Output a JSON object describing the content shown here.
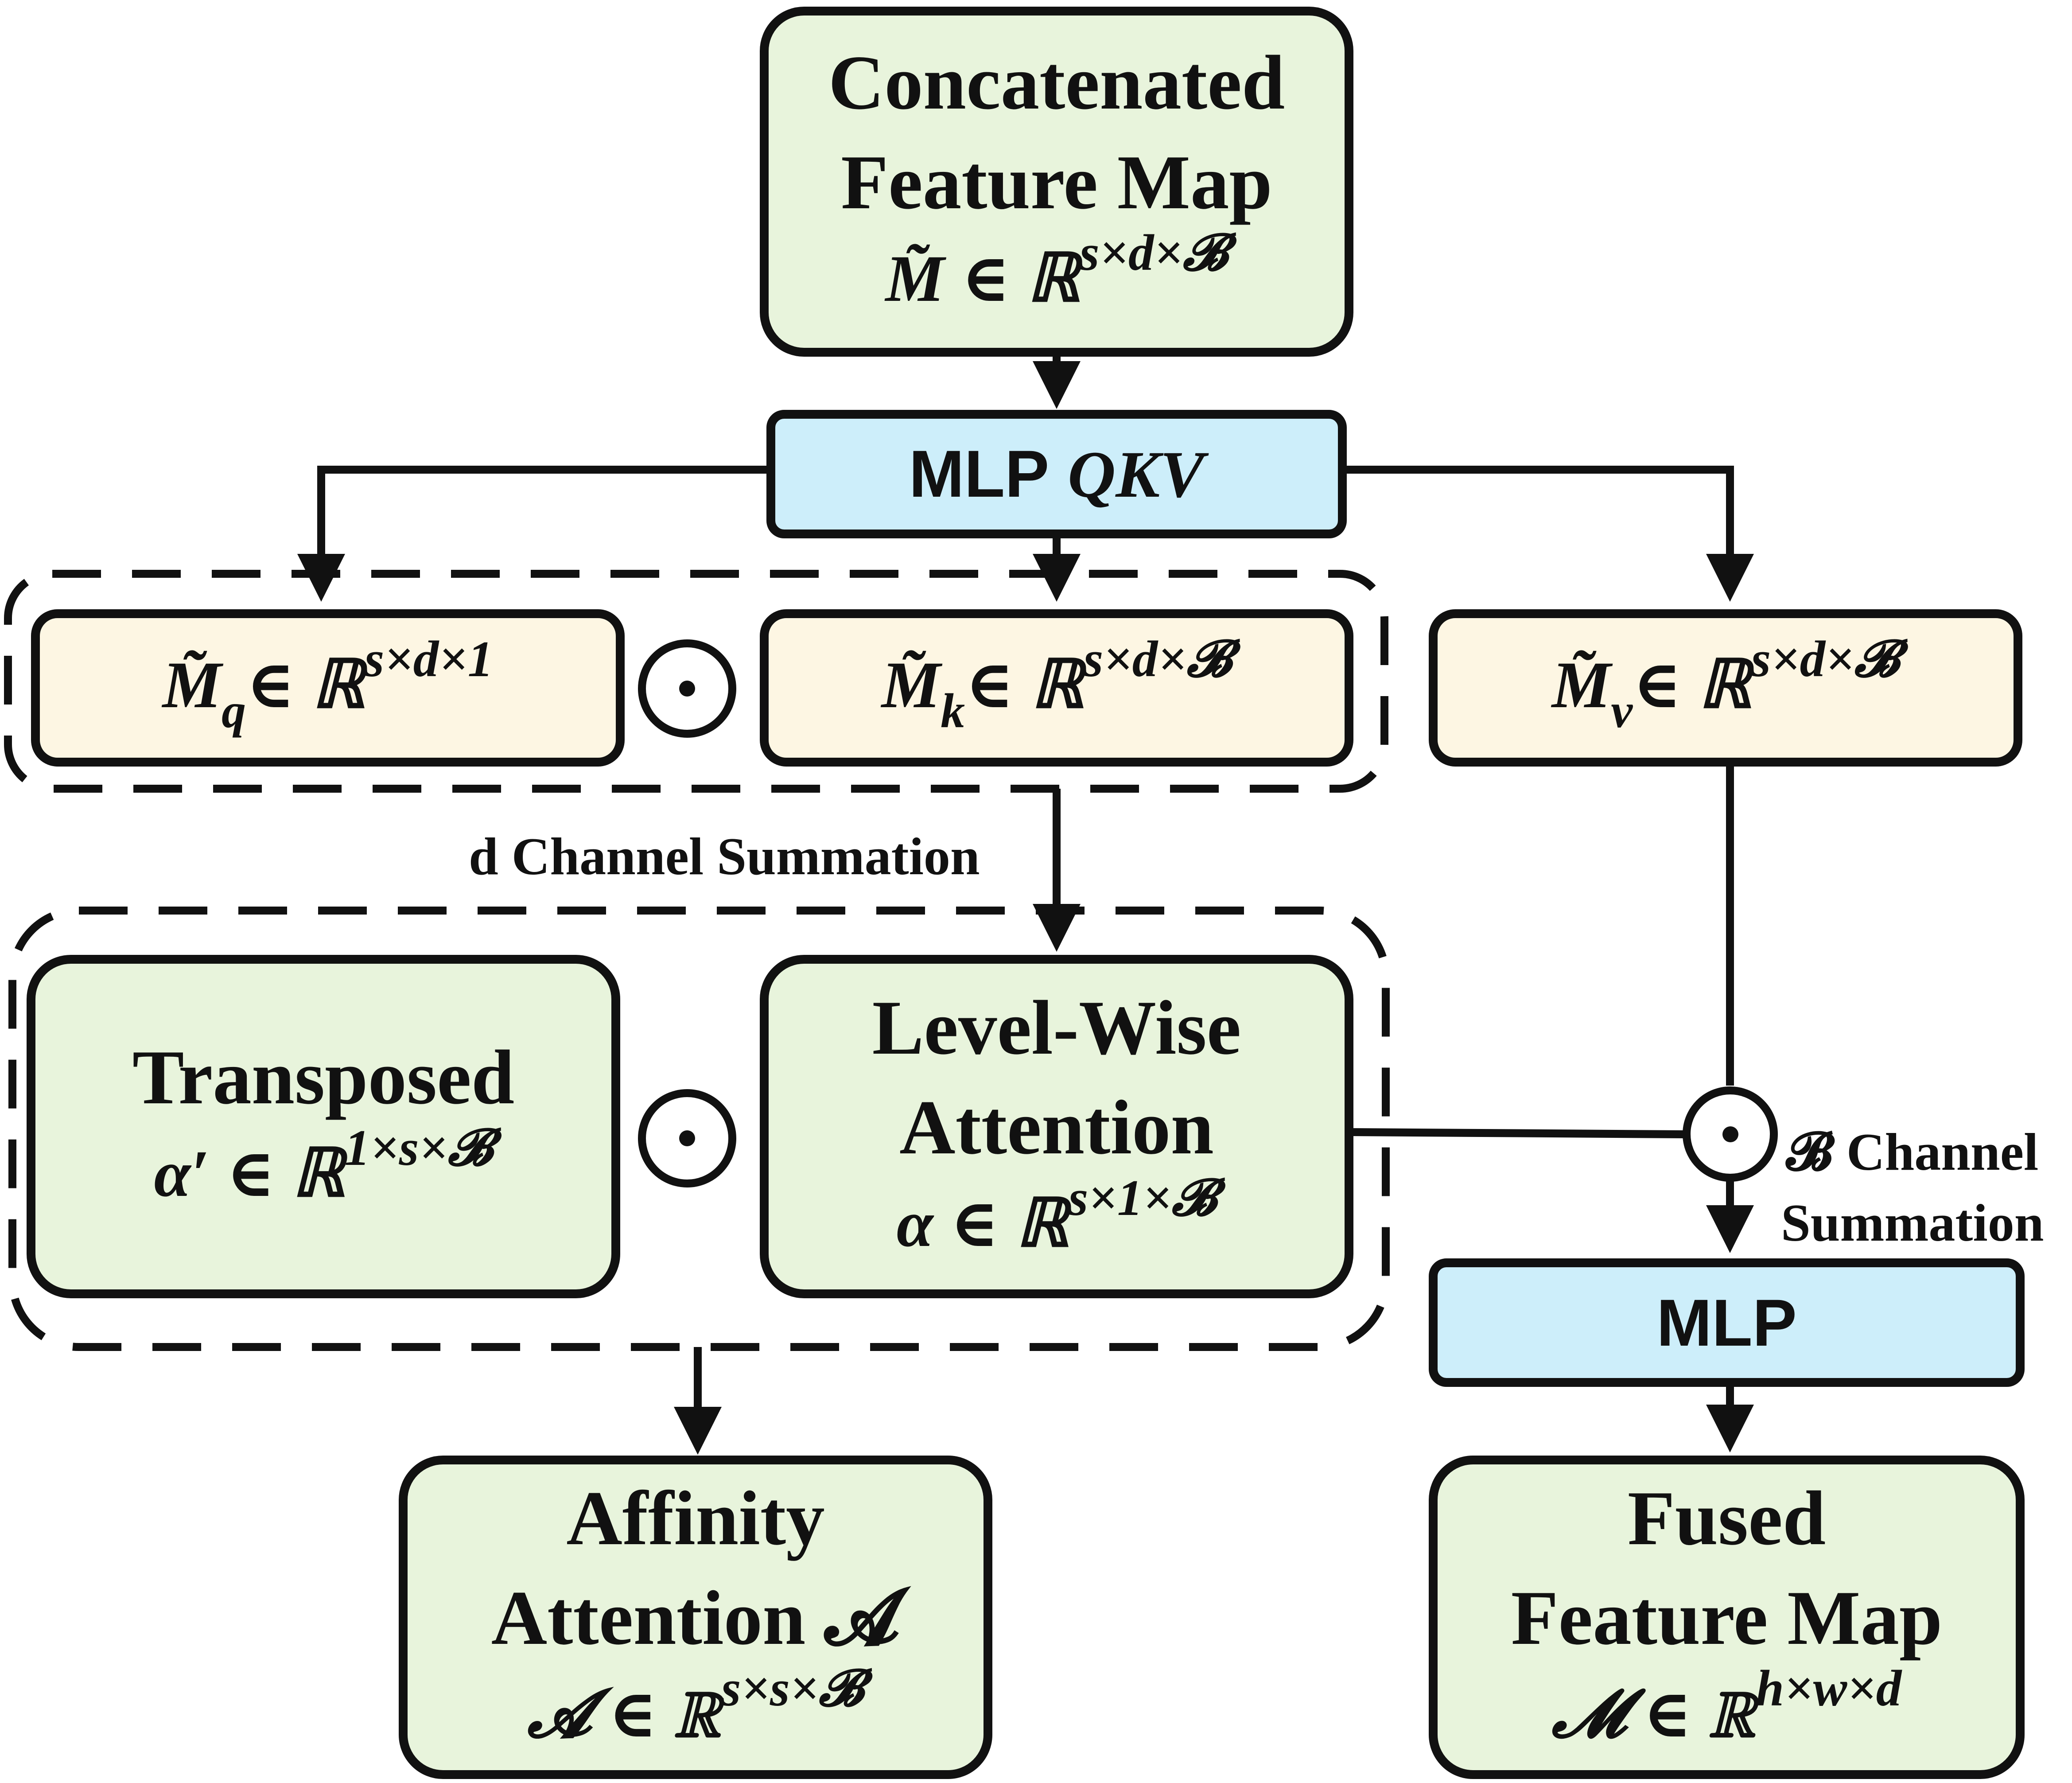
{
  "nodes": {
    "concat": {
      "line1": "Concatenated",
      "line2": "Feature Map",
      "symbol": "M̃ ∈ ℝ",
      "sup": "s×d×𝓑"
    },
    "mlp_qkv": {
      "label": "MLP",
      "math": "QKV"
    },
    "mq": {
      "symbol": "M̃",
      "sub": "q",
      "rel": " ∈ ℝ",
      "sup": "s×d×1"
    },
    "mk": {
      "symbol": "M̃",
      "sub": "k",
      "rel": " ∈ ℝ",
      "sup": "s×d×𝓑"
    },
    "mv": {
      "symbol": "M̃",
      "sub": "v",
      "rel": " ∈ ℝ",
      "sup": "s×d×𝓑"
    },
    "transposed": {
      "line1": "Transposed",
      "symbol": "α′ ∈ ℝ",
      "sup": "1×s×𝓑"
    },
    "levelwise": {
      "line1": "Level-Wise",
      "line2": "Attention",
      "symbol": "α ∈ ℝ",
      "sup": "s×1×𝓑"
    },
    "mlp": {
      "label": "MLP"
    },
    "affinity": {
      "line1": "Affinity",
      "line2": "Attention 𝓐",
      "symbol": "𝓐 ∈ ℝ",
      "sup": "s×s×𝓑"
    },
    "fused": {
      "line1": "Fused",
      "line2": "Feature Map",
      "symbol": "𝓜 ∈ ℝ",
      "sup": "h×w×d"
    }
  },
  "labels": {
    "d_channel": "d Channel Summation",
    "b_channel_line1": "𝓑 Channel",
    "b_channel_line2": "Summation"
  }
}
